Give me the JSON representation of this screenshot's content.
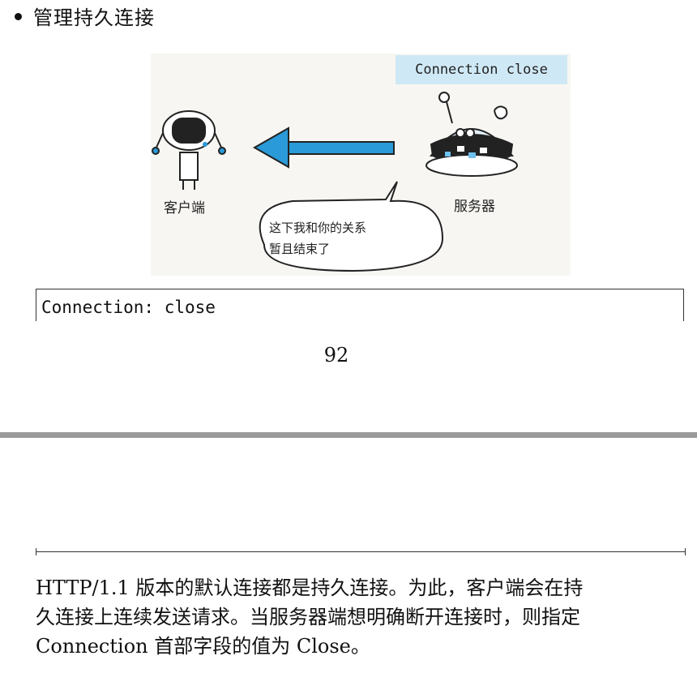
{
  "heading": {
    "bullet_text": "管理持久连接"
  },
  "figure": {
    "tag_text": "Connection close",
    "client_label": "客户端",
    "server_label": "服务器",
    "speech_lines": [
      "这下我和你的关系",
      "暂且结束了"
    ],
    "arrow_color": "#2a9ad8"
  },
  "code": {
    "line": "Connection: close"
  },
  "page_number": "92",
  "paragraph": {
    "lines": [
      "HTTP/1.1 版本的默认连接都是持久连接。为此，客户端会在持",
      "久连接上连续发送请求。当服务器端想明确断开连接时，则指定",
      "Connection 首部字段的值为 Close。"
    ]
  }
}
